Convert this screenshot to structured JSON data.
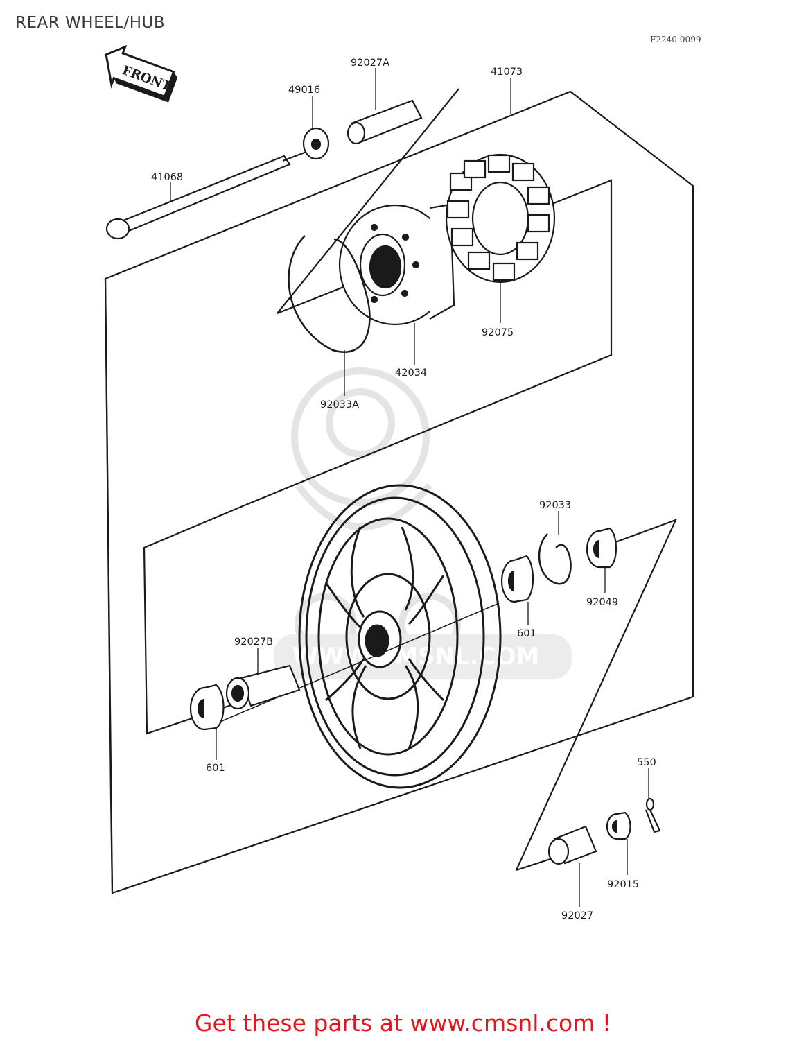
{
  "page": {
    "title": "REAR WHEEL/HUB",
    "figure_code": "F2240-0099",
    "front_arrow_label": "FRONT",
    "watermark_text": "WWW.CMSNL.COM",
    "footer_link_text": "Get these parts at www.cmsnl.com !"
  },
  "parts": {
    "p41073": "41073",
    "p92027A": "92027A",
    "p49016": "49016",
    "p41068": "41068",
    "p92075": "92075",
    "p42034": "42034",
    "p92033A": "92033A",
    "p92033": "92033",
    "p92049": "92049",
    "p601_right": "601",
    "p92027B": "92027B",
    "p601_left": "601",
    "p550": "550",
    "p92015": "92015",
    "p92027": "92027"
  },
  "colors": {
    "line": "#1a1a1a",
    "watermark": "#e4e4e4",
    "footer": "#e8131d"
  }
}
